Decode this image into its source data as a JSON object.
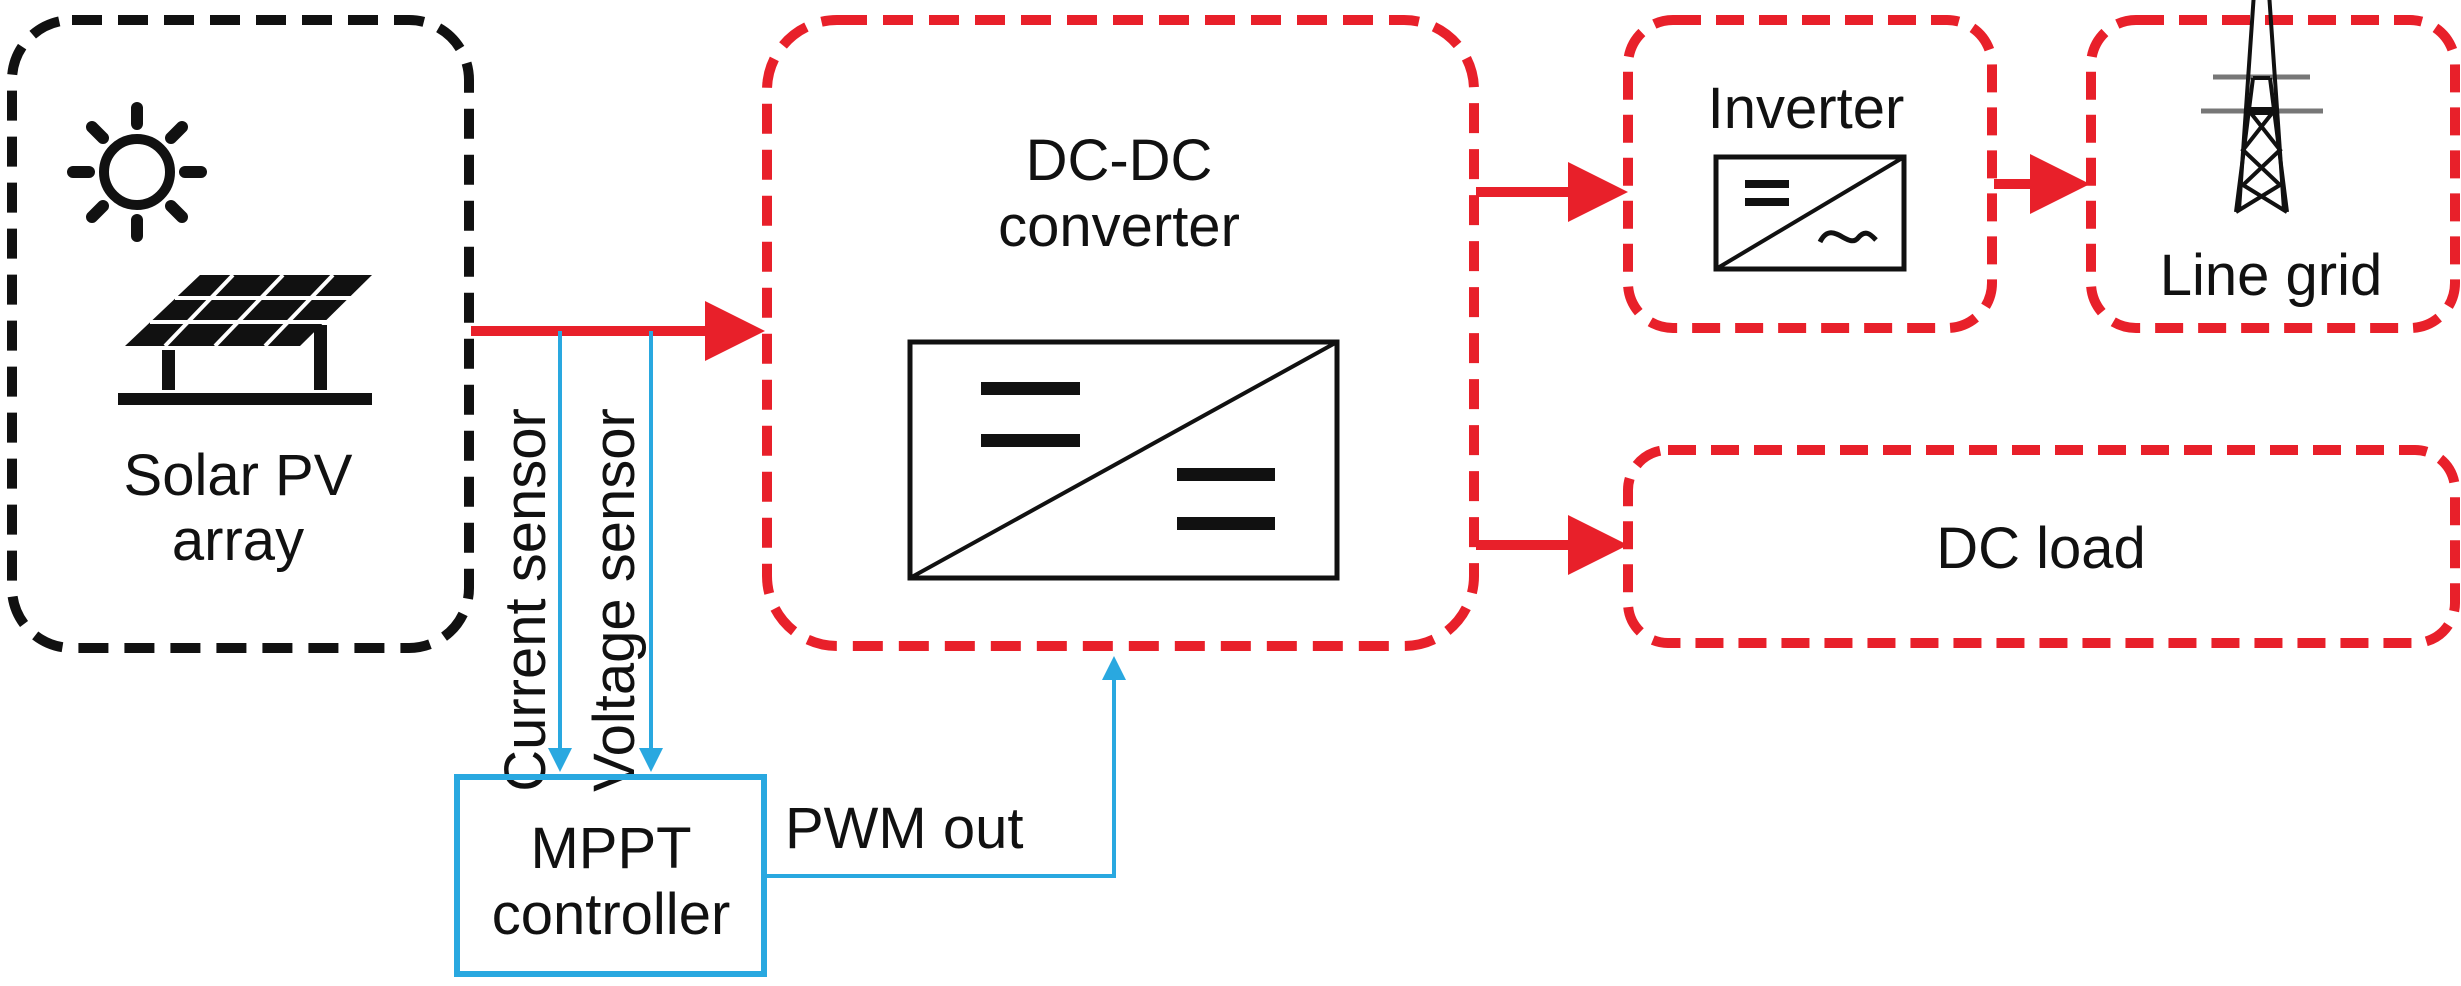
{
  "blocks": {
    "solar": {
      "line1": "Solar PV",
      "line2": "array"
    },
    "dcdc": {
      "line1": "DC-DC",
      "line2": "converter"
    },
    "inverter": {
      "label": "Inverter"
    },
    "grid": {
      "label": "Line grid"
    },
    "dcload": {
      "label": "DC load"
    },
    "mppt": {
      "line1": "MPPT",
      "line2": "controller"
    }
  },
  "signals": {
    "current_sensor": "Current sensor",
    "voltage_sensor": "Voltage sensor",
    "pwm_out": "PWM out"
  },
  "colors": {
    "source_border": "#111111",
    "power_path": "#e8202a",
    "control_path": "#29a8e0"
  },
  "icons": [
    "sun-icon",
    "solar-panel-icon",
    "dc-dc-converter-symbol",
    "inverter-symbol",
    "transmission-tower-icon"
  ]
}
